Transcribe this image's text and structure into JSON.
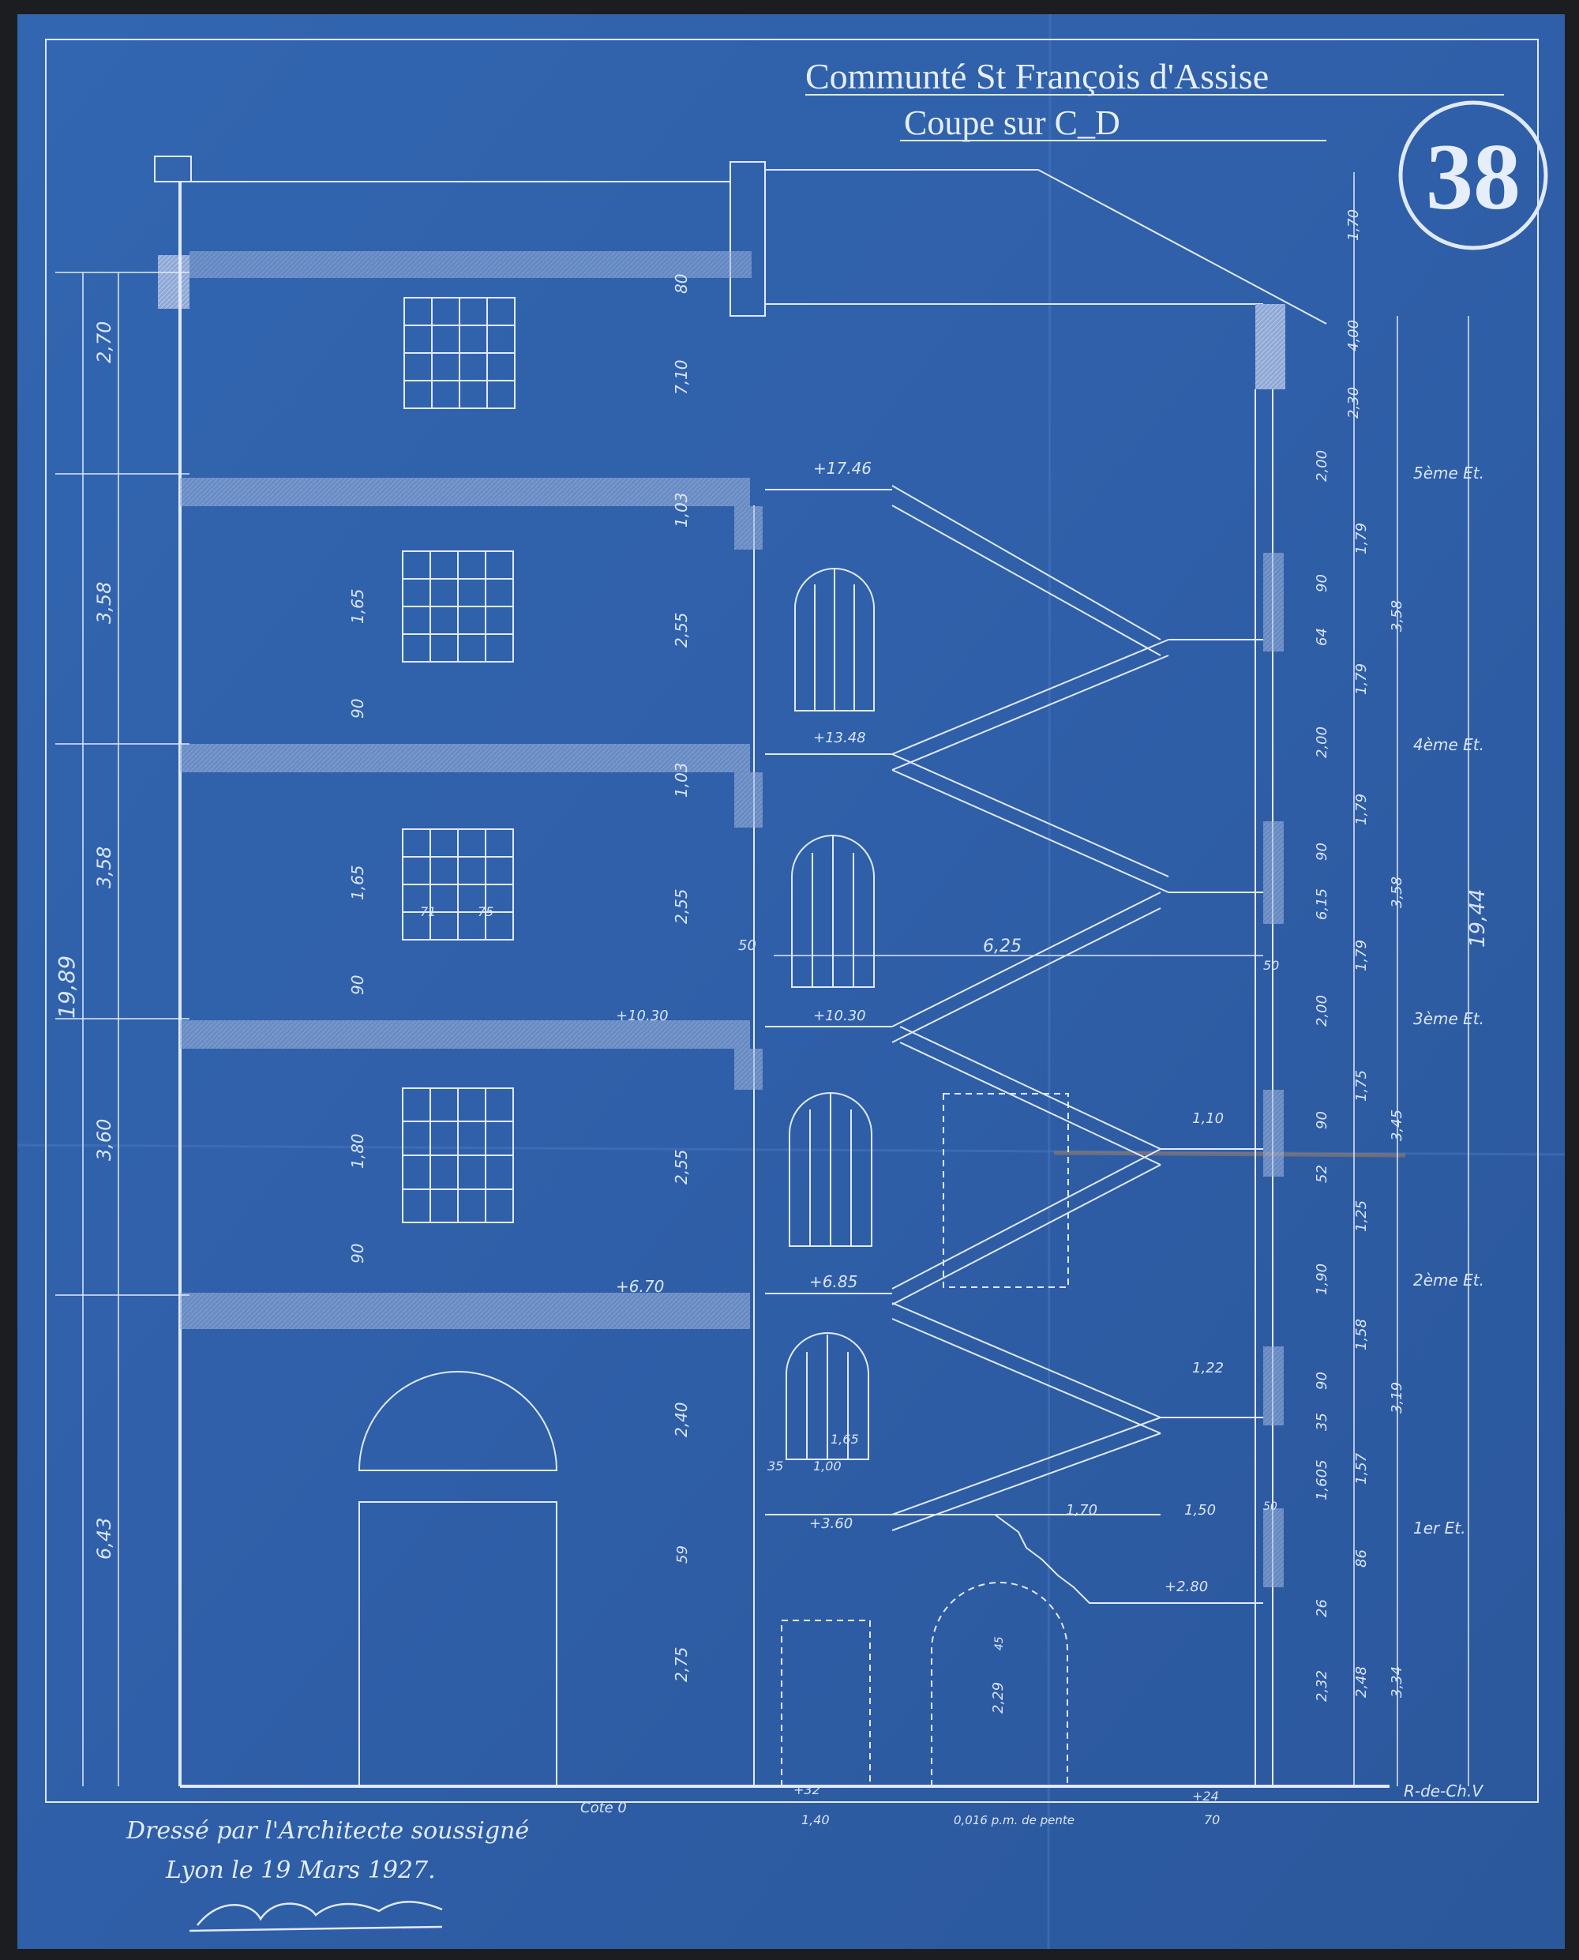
{
  "sheet": {
    "title_line1": "Communté St François d'Assise",
    "title_line2": "Coupe sur C_D",
    "plate_number": "38"
  },
  "signature": {
    "line1": "Dressé par l'Architecte soussigné",
    "line2": "Lyon le 19 Mars 1927.",
    "mark": "signature"
  },
  "levels": {
    "floor5": "5ème Et.",
    "floor4": "4ème Et.",
    "floor3": "3ème Et.",
    "floor2": "2ème Et.",
    "floor1": "1er Et.",
    "ground": "R-de-Ch.V"
  },
  "elevations": {
    "e1746": "+17.46",
    "e1348": "+13.48",
    "e1030a": "+10.30",
    "e1030b": "+10.30",
    "e670": "+6.70",
    "e685": "+6.85",
    "e360": "+3.60",
    "e280": "+2.80",
    "e32": "+32",
    "e24": "+24"
  },
  "dimensions_left": {
    "d270": "2,70",
    "d358a": "3,58",
    "d358b": "3,58",
    "d360": "3,60",
    "d643": "6,43",
    "d1989": "19,89"
  },
  "dimensions_center": {
    "d80": "80",
    "d710": "7,10",
    "d103a": "1,03",
    "d255a": "2,55",
    "d103b": "1,03",
    "d255b": "2,55",
    "d255c": "2,55",
    "d240": "2,40",
    "d275": "2,75",
    "d59": "59"
  },
  "dimensions_windows": {
    "w165a": "1,65",
    "w90a": "90",
    "w165b": "1,65",
    "w90b": "90",
    "w180": "1,80",
    "w90c": "90",
    "w71": "71",
    "w75": "75"
  },
  "dimensions_stair": {
    "s625": "6,25",
    "s50a": "50",
    "s50b": "50",
    "s110": "1,10",
    "s122": "1,22",
    "s165": "1,65",
    "s35": "35",
    "s100": "1,00",
    "s170": "1,70",
    "s150": "1,50",
    "s50c": "50",
    "s229": "2,29",
    "s45": "45",
    "s140": "1,40",
    "s70": "70",
    "slope": "0,016 p.m. de pente",
    "cote": "Cote 0"
  },
  "dimensions_right": {
    "r170": "1,70",
    "r400": "4,00",
    "r230": "2,30",
    "r200a": "2,00",
    "r90a": "90",
    "r64": "64",
    "r179a": "1,79",
    "r179b": "1,79",
    "r358a": "3,58",
    "r200b": "2,00",
    "r90b": "90",
    "r615": "6,15",
    "r179c": "1,79",
    "r179d": "1,79",
    "r358b": "3,58",
    "r1944": "19,44",
    "r200c": "2,00",
    "r175": "1,75",
    "r90c": "90",
    "r52": "52",
    "r345": "3,45",
    "r125": "1,25",
    "r190": "1,90",
    "r158": "1,58",
    "r90d": "90",
    "r35": "35",
    "r319": "3,19",
    "r1605": "1,605",
    "r157": "1,57",
    "r86": "86",
    "r26": "26",
    "r232": "2,32",
    "r248": "2,48",
    "r334": "3,34"
  },
  "colors": {
    "paper": "#2f5fa8",
    "paper_dark": "#264f92",
    "ink": "#e0e9f8",
    "surround": "#1c1d21",
    "stain": "#a27e60"
  }
}
